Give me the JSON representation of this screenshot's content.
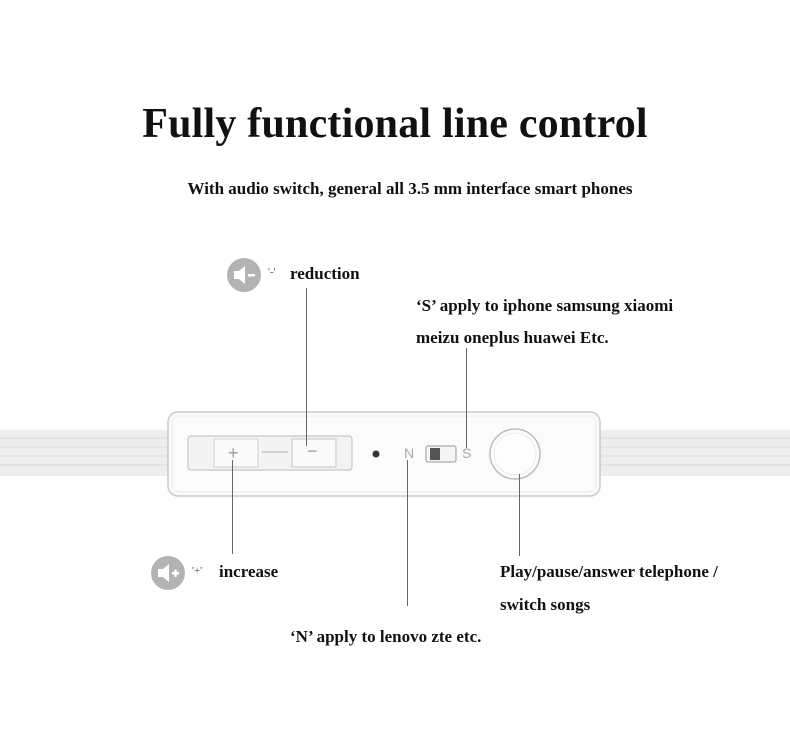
{
  "title": "Fully functional line control",
  "subtitle": "With audio switch, general all 3.5 mm interface smart phones",
  "annotations": {
    "reduction": {
      "sign": "'-'",
      "label": "reduction",
      "icon": "volume-down-icon"
    },
    "increase": {
      "sign": "'+'",
      "label": "increase",
      "icon": "volume-up-icon"
    },
    "s_mode": {
      "line1": "‘S’ apply to iphone samsung xiaomi",
      "line2": "meizu oneplus huawei Etc."
    },
    "n_mode": {
      "label": "‘N’ apply to lenovo zte etc."
    },
    "play": {
      "line1": "Play/pause/answer  telephone /",
      "line2": "switch songs"
    }
  },
  "remote": {
    "plus_symbol": "+",
    "minus_symbol": "−",
    "n_letter": "N",
    "s_letter": "S"
  },
  "colors": {
    "background": "#ffffff",
    "text": "#111111",
    "icon_circle": "#b3b3b3",
    "cable": "#ededed"
  }
}
